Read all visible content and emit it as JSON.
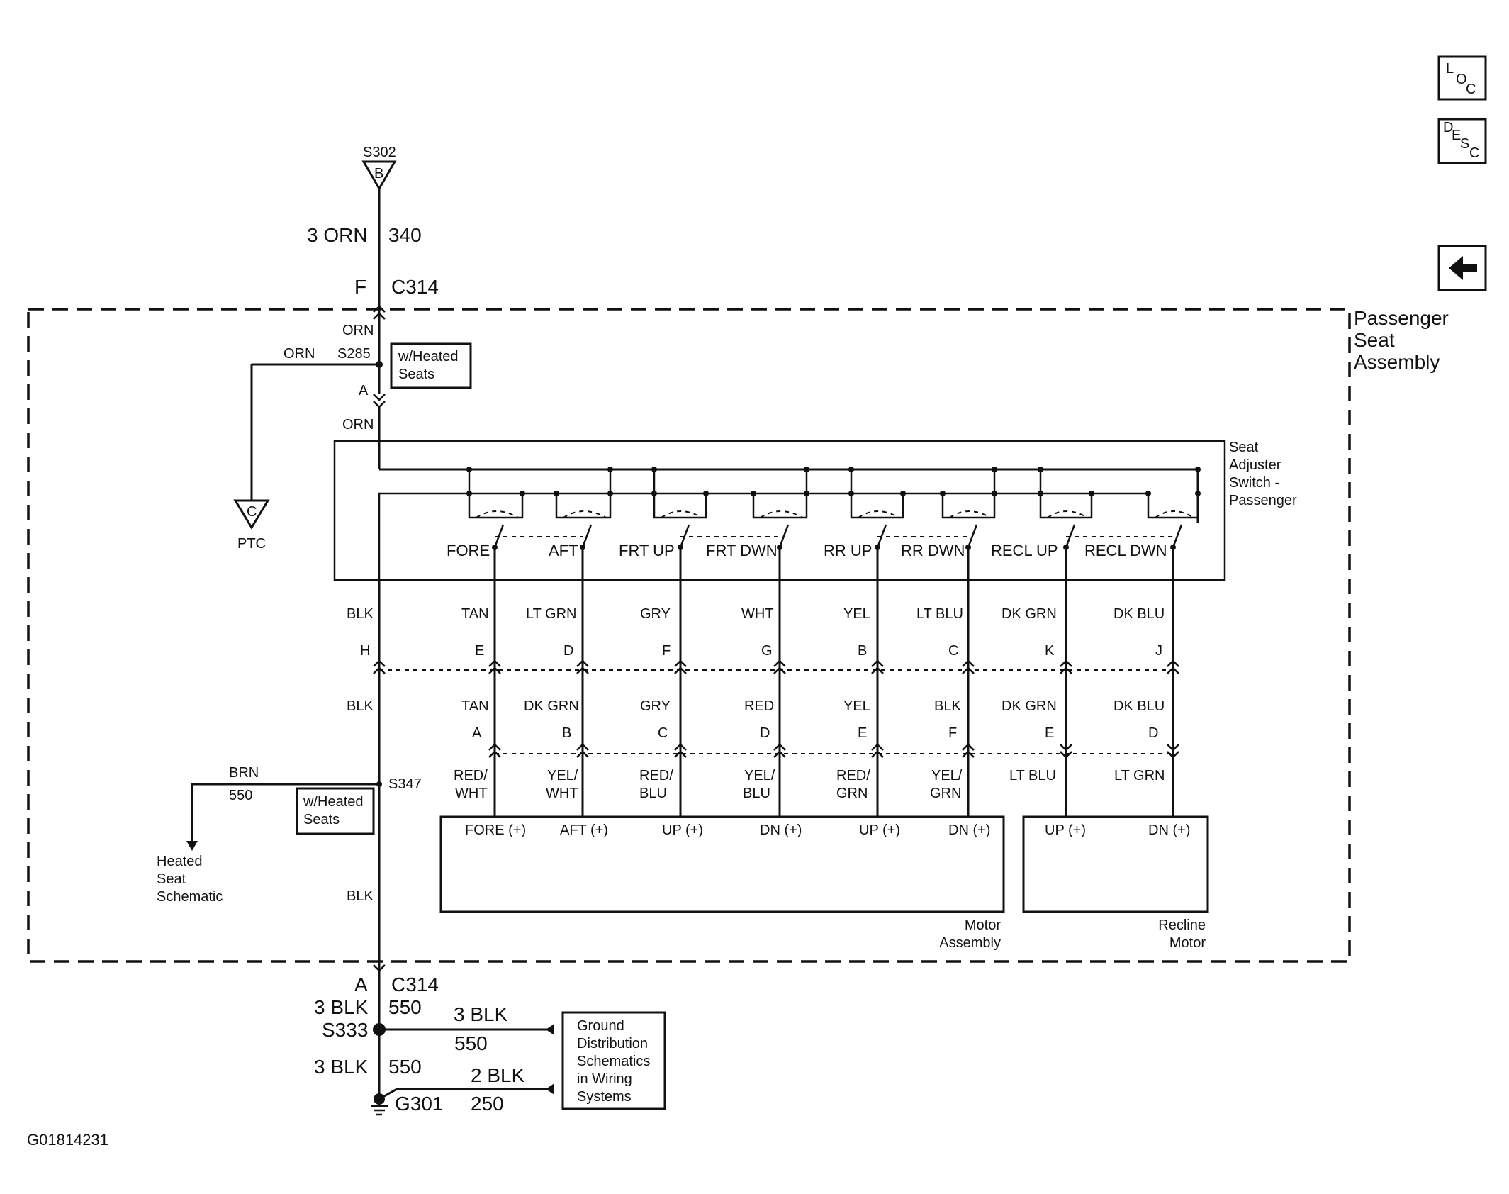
{
  "nav": {
    "loc_label": [
      "L",
      "O",
      "C"
    ],
    "desc_label": [
      "D",
      "E",
      "S",
      "C"
    ],
    "back_icon": "left-arrow-icon"
  },
  "top": {
    "splice": "S302",
    "splice_pin": "B",
    "wire_size_color": "3 ORN",
    "circuit": "340",
    "conn_pin": "F",
    "conn": "C314"
  },
  "assembly": {
    "label": [
      "Passenger",
      "Seat",
      "Assembly"
    ],
    "orn1": "ORN",
    "orn_branch": "ORN",
    "splice": "S285",
    "heated_note": [
      "w/Heated",
      "Seats"
    ],
    "pin_a": "A",
    "orn2": "ORN",
    "ptc_pin": "C",
    "ptc_label": "PTC"
  },
  "switch": {
    "label": [
      "Seat",
      "Adjuster",
      "Switch -",
      "Passenger"
    ],
    "positions": [
      "FORE",
      "AFT",
      "FRT UP",
      "FRT DWN",
      "RR UP",
      "RR DWN",
      "RECL UP",
      "RECL DWN"
    ]
  },
  "wires_upper": {
    "colors": [
      "BLK",
      "TAN",
      "LT GRN",
      "GRY",
      "WHT",
      "YEL",
      "LT BLU",
      "DK GRN",
      "DK BLU"
    ],
    "pins": [
      "H",
      "E",
      "D",
      "F",
      "G",
      "B",
      "C",
      "K",
      "J"
    ]
  },
  "wires_middle": {
    "colors": [
      "BLK",
      "TAN",
      "DK GRN",
      "GRY",
      "RED",
      "YEL",
      "BLK",
      "DK GRN",
      "DK BLU"
    ],
    "pins": [
      "A",
      "B",
      "C",
      "D",
      "E",
      "F",
      "E",
      "D"
    ]
  },
  "wires_lower": {
    "colors": [
      [
        "RED/",
        "WHT"
      ],
      [
        "YEL/",
        "WHT"
      ],
      [
        "RED/",
        "BLU"
      ],
      [
        "YEL/",
        "BLU"
      ],
      [
        "RED/",
        "GRN"
      ],
      [
        "YEL/",
        "GRN"
      ],
      [
        "LT BLU"
      ],
      [
        "LT GRN"
      ]
    ]
  },
  "heated_branch": {
    "color": "BRN",
    "circuit": "550",
    "splice": "S347",
    "note": [
      "w/Heated",
      "Seats"
    ],
    "target": [
      "Heated",
      "Seat",
      "Schematic"
    ],
    "blk": "BLK"
  },
  "motor": {
    "terminals": [
      "FORE (+)",
      "AFT (+)",
      "UP (+)",
      "DN (+)",
      "UP (+)",
      "DN (+)"
    ],
    "label": [
      "Motor",
      "Assembly"
    ]
  },
  "recline": {
    "terminals": [
      "UP (+)",
      "DN (+)"
    ],
    "label": [
      "Recline",
      "Motor"
    ]
  },
  "bottom": {
    "conn_pin": "A",
    "conn": "C314",
    "wire1": "3 BLK",
    "circuit1": "550",
    "splice": "S333",
    "branch1_wire": "3 BLK",
    "branch1_circuit": "550",
    "wire2": "3 BLK",
    "circuit2": "550",
    "ground": "G301",
    "branch2_wire": "2 BLK",
    "branch2_circuit": "250",
    "ground_note": [
      "Ground",
      "Distribution",
      "Schematics",
      "in Wiring",
      "Systems"
    ]
  },
  "figure_id": "G01814231"
}
